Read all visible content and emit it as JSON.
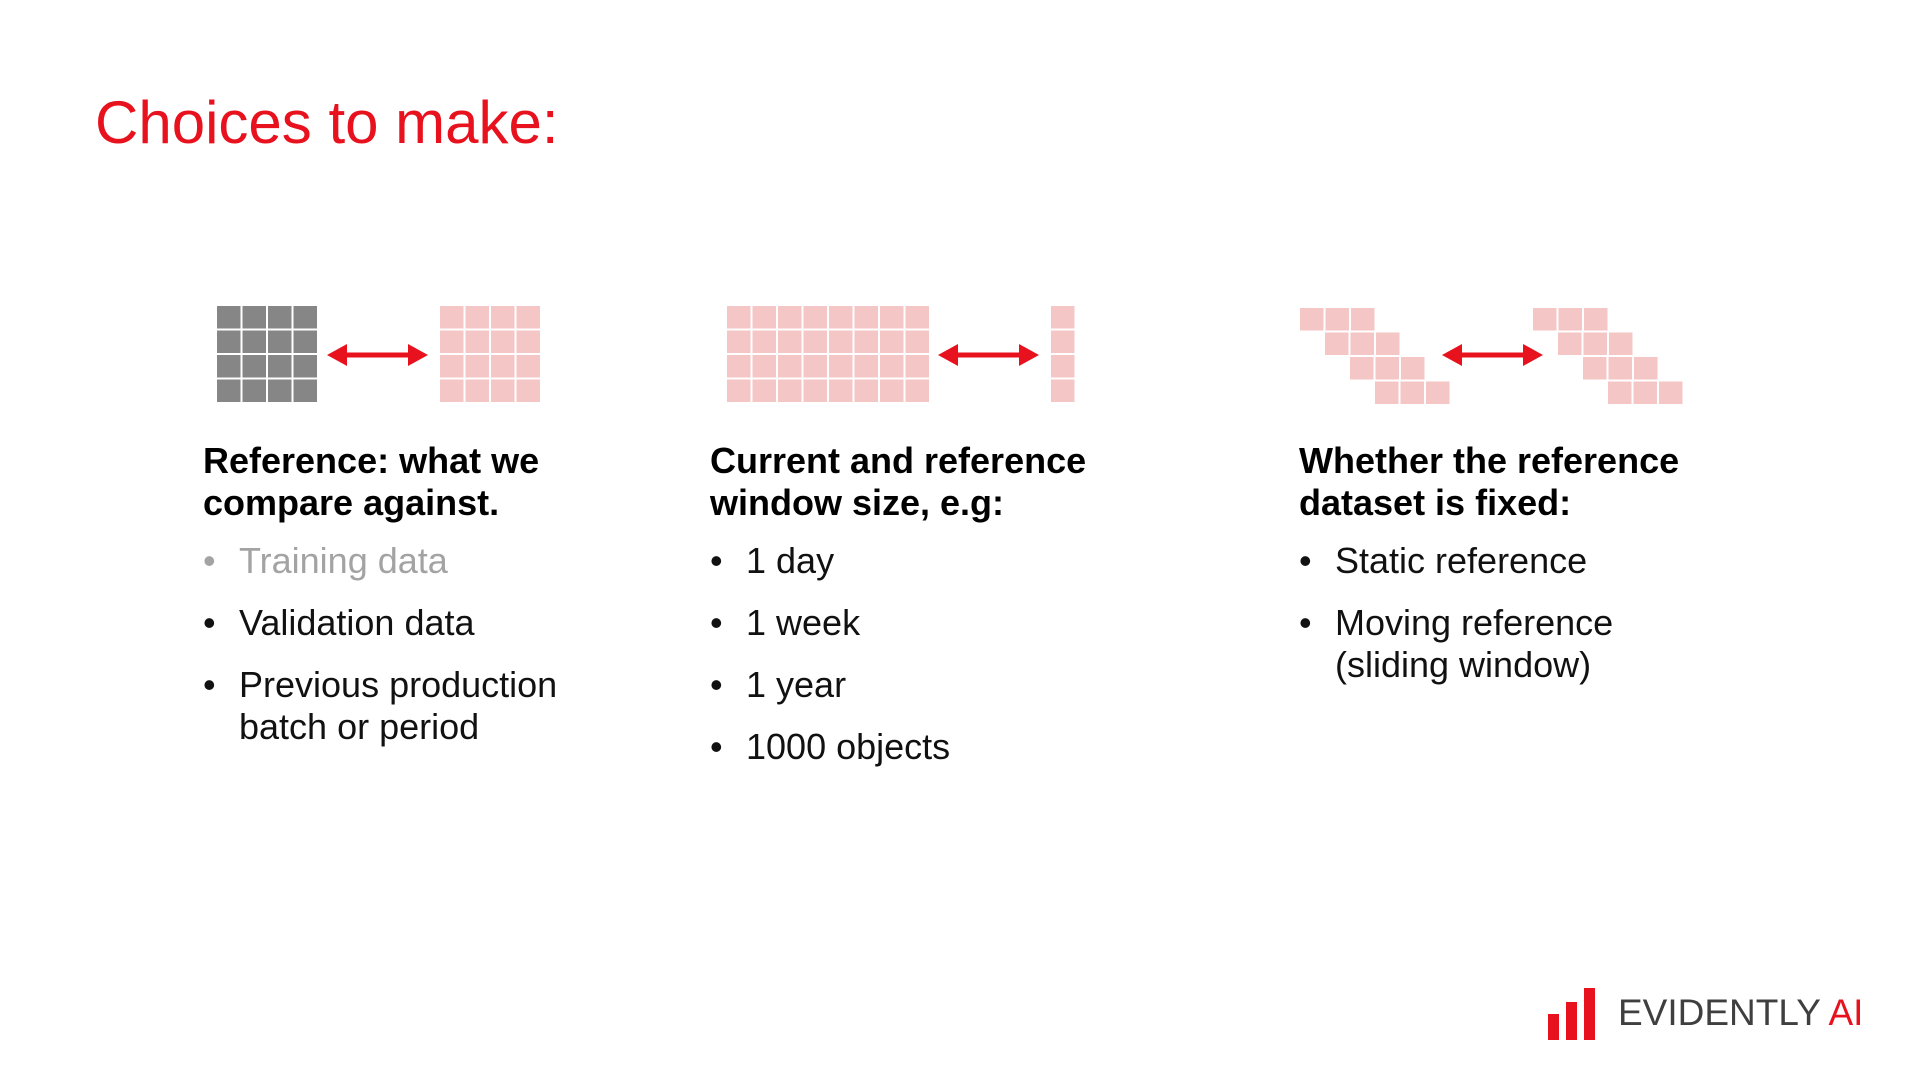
{
  "slide": {
    "title": "Choices to make:"
  },
  "colors": {
    "accent": "#e8121e",
    "grid_dark": "#868686",
    "grid_light": "#f4c6c6",
    "muted_text": "#a3a3a3",
    "logo_gray": "#3f3f3f"
  },
  "columns": [
    {
      "heading": "Reference: what we\ncompare against.",
      "items": [
        {
          "text": "Training data",
          "muted": true
        },
        {
          "text": "Validation data",
          "muted": false
        },
        {
          "text": "Previous production\nbatch or period",
          "muted": false
        }
      ]
    },
    {
      "heading": "Current and reference\nwindow size, e.g:",
      "items": [
        {
          "text": "1 day",
          "muted": false
        },
        {
          "text": "1 week",
          "muted": false
        },
        {
          "text": "1 year",
          "muted": false
        },
        {
          "text": "1000 objects",
          "muted": false
        }
      ]
    },
    {
      "heading": "Whether the reference\ndataset is fixed:",
      "items": [
        {
          "text": "Static reference",
          "muted": false
        },
        {
          "text": "Moving reference\n(sliding window)",
          "muted": false
        }
      ]
    }
  ],
  "logo": {
    "name": "EVIDENTLY",
    "suffix": " AI"
  },
  "icons": [
    "double-arrow-icon",
    "data-grid-icon",
    "bar-chart-logo-icon"
  ]
}
